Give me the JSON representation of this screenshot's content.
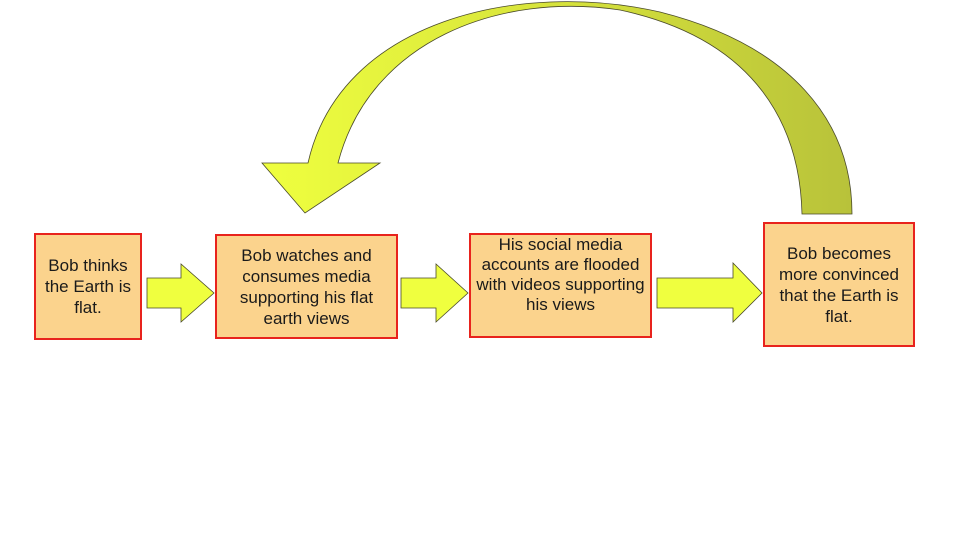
{
  "colors": {
    "box_fill": "#fbd38d",
    "box_border": "#e8231d",
    "arrow_fill": "#efff3f",
    "arrow_stroke": "#4a4a2a",
    "loop_arrow_fill": "#c6cf3d",
    "text": "#1a1a1a"
  },
  "steps": [
    {
      "label": "Bob thinks the Earth is flat."
    },
    {
      "label": "Bob watches and consumes media supporting his flat earth views"
    },
    {
      "label": "His social media accounts are flooded with videos supporting his views"
    },
    {
      "label": "Bob becomes more convinced that the Earth is flat."
    }
  ],
  "connectors": [
    {
      "from": 0,
      "to": 1,
      "icon": "right-arrow-icon"
    },
    {
      "from": 1,
      "to": 2,
      "icon": "right-arrow-icon"
    },
    {
      "from": 2,
      "to": 3,
      "icon": "right-arrow-icon"
    }
  ],
  "loop": {
    "from": 3,
    "to": 1,
    "icon": "curved-loop-arrow-icon"
  }
}
